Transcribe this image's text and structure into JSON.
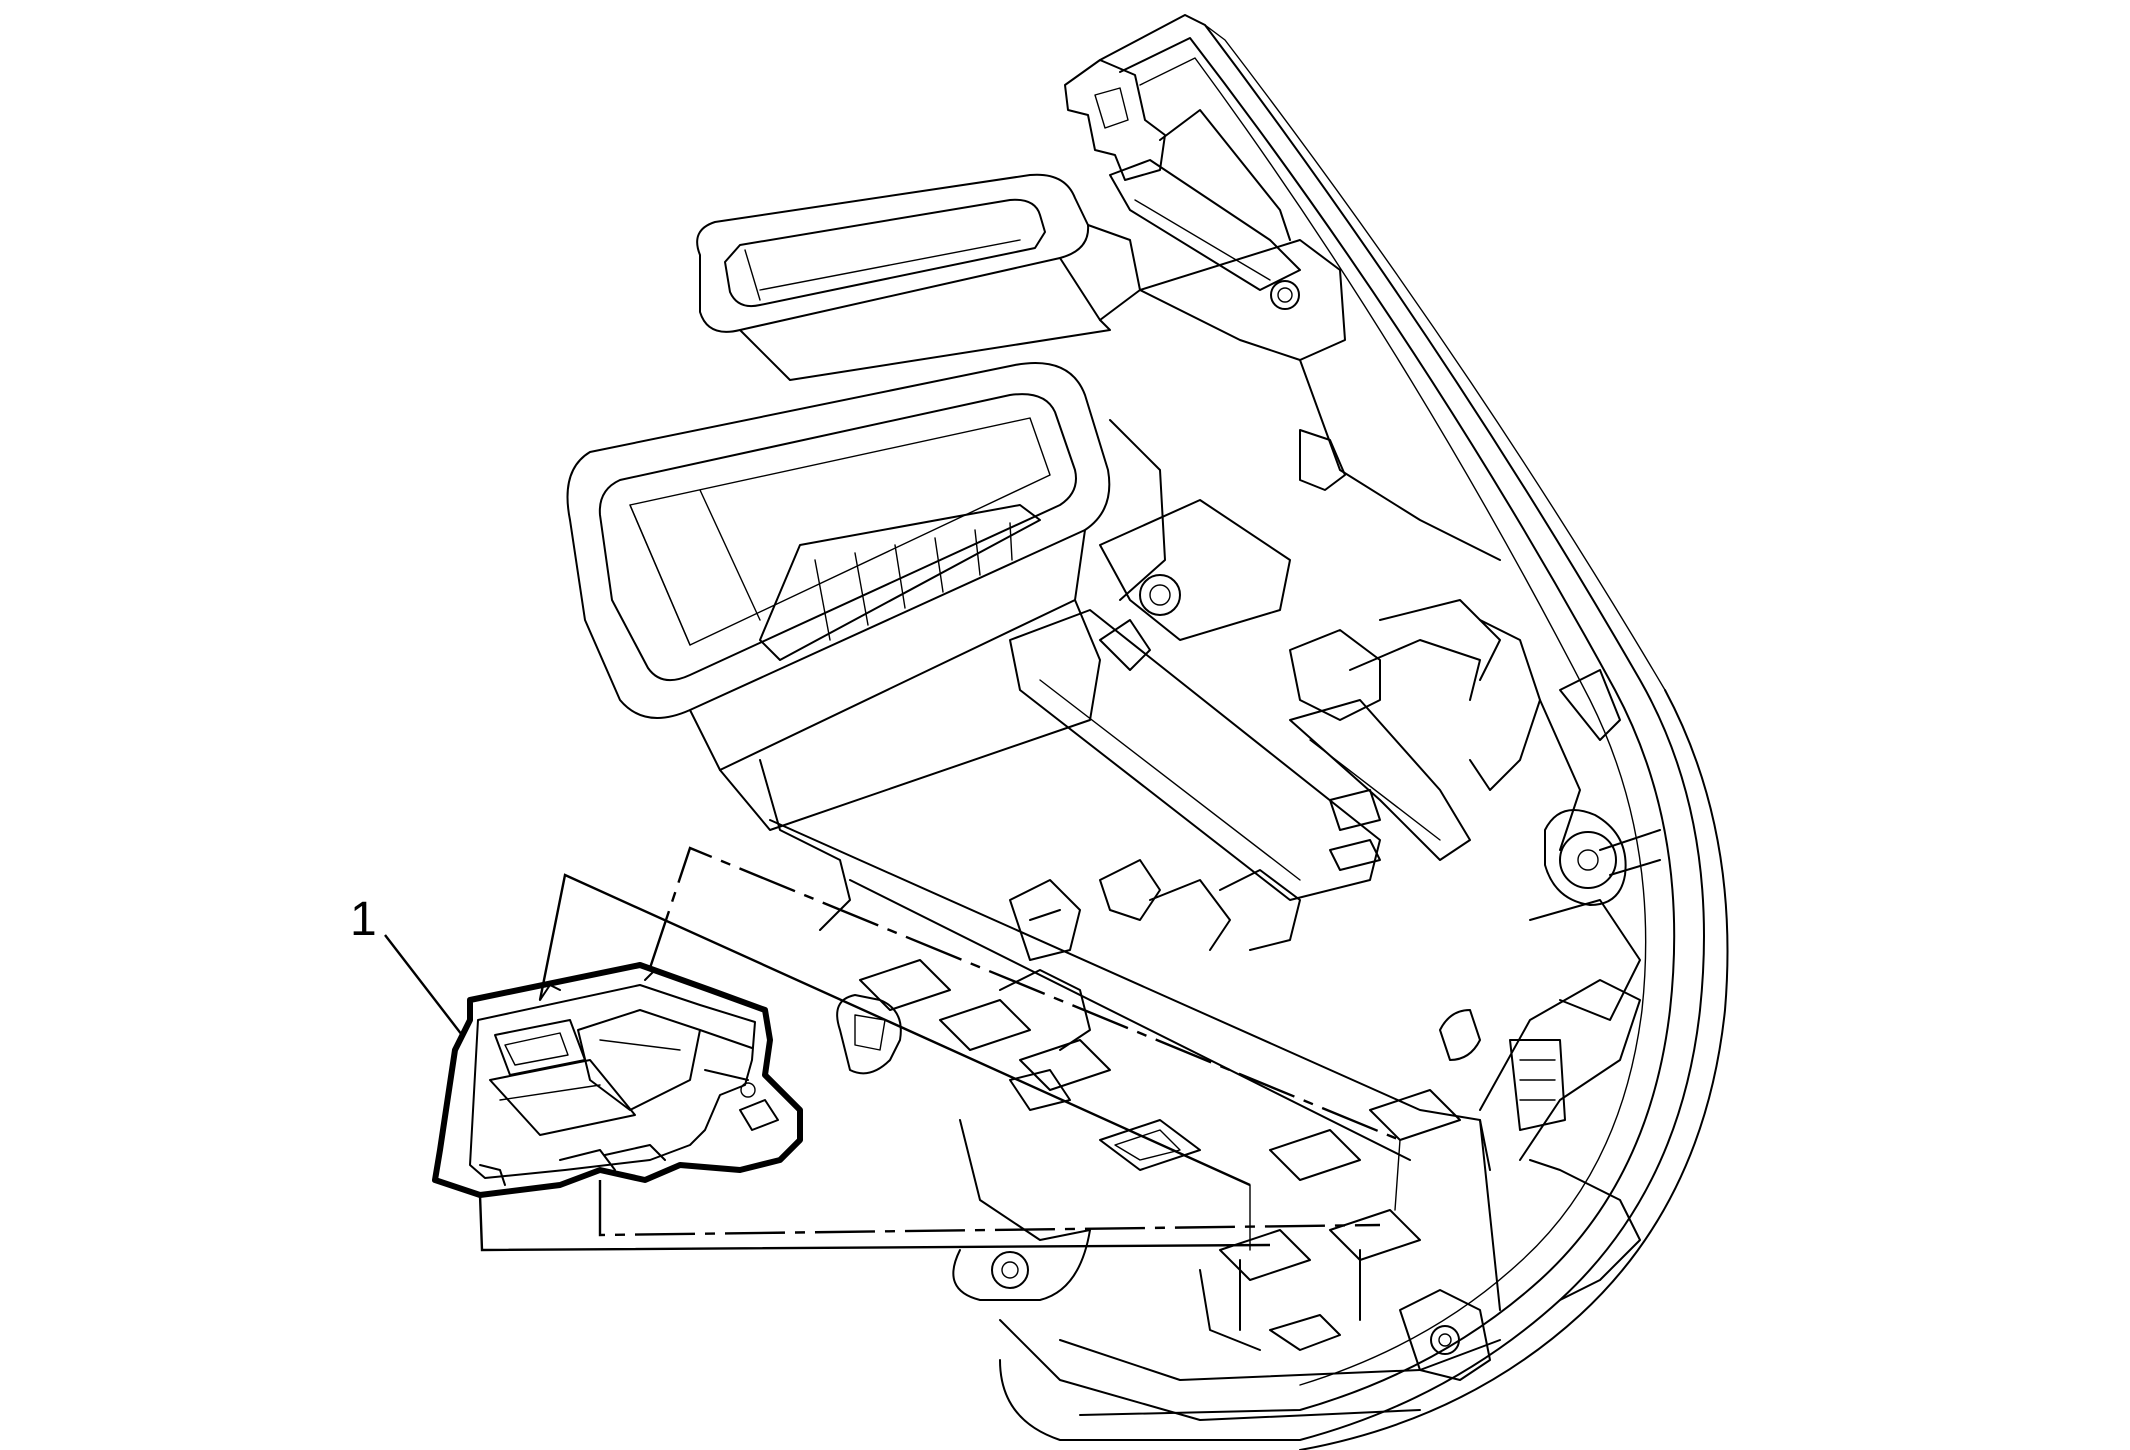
{
  "diagram": {
    "callouts": [
      {
        "id": "1",
        "label": "1",
        "target": "module-connector"
      }
    ]
  }
}
